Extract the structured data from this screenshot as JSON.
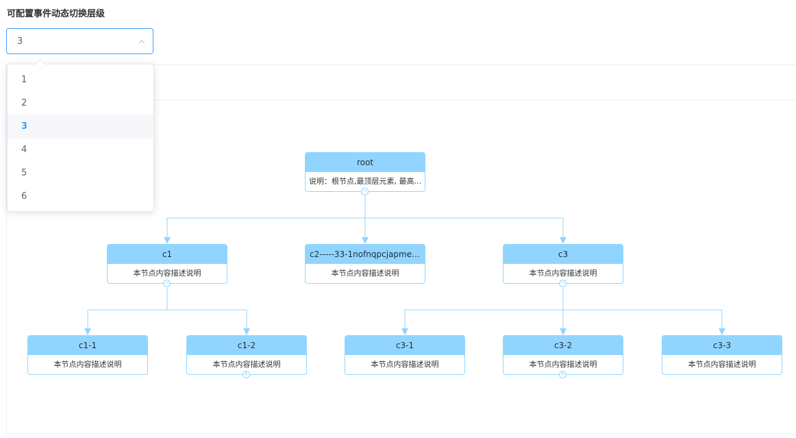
{
  "page": {
    "heading": "可配置事件动态切换层级"
  },
  "select": {
    "value": "3",
    "options": [
      "1",
      "2",
      "3",
      "4",
      "5",
      "6"
    ],
    "selected_index": 2
  },
  "colors": {
    "node_header": "#91d5ff",
    "edge": "#91d5ff",
    "accent": "#409eff"
  },
  "tree": {
    "nodes": [
      {
        "id": "root",
        "title": "root",
        "desc": "说明：根节点,最顶层元素, 最高...",
        "toggle": "−"
      },
      {
        "id": "c1",
        "title": "c1",
        "desc": "本节点内容描述说明",
        "toggle": "−"
      },
      {
        "id": "c2",
        "title": "c2-----33-1nofnqpcjapme2...",
        "desc": "本节点内容描述说明",
        "toggle": ""
      },
      {
        "id": "c3",
        "title": "c3",
        "desc": "本节点内容描述说明",
        "toggle": "−"
      },
      {
        "id": "c1-1",
        "title": "c1-1",
        "desc": "本节点内容描述说明",
        "toggle": ""
      },
      {
        "id": "c1-2",
        "title": "c1-2",
        "desc": "本节点内容描述说明",
        "toggle": "+"
      },
      {
        "id": "c3-1",
        "title": "c3-1",
        "desc": "本节点内容描述说明",
        "toggle": ""
      },
      {
        "id": "c3-2",
        "title": "c3-2",
        "desc": "本节点内容描述说明",
        "toggle": "+"
      },
      {
        "id": "c3-3",
        "title": "c3-3",
        "desc": "本节点内容描述说明",
        "toggle": ""
      }
    ],
    "edges": [
      [
        "root",
        "c1"
      ],
      [
        "root",
        "c2"
      ],
      [
        "root",
        "c3"
      ],
      [
        "c1",
        "c1-1"
      ],
      [
        "c1",
        "c1-2"
      ],
      [
        "c3",
        "c3-1"
      ],
      [
        "c3",
        "c3-2"
      ],
      [
        "c3",
        "c3-3"
      ]
    ]
  }
}
